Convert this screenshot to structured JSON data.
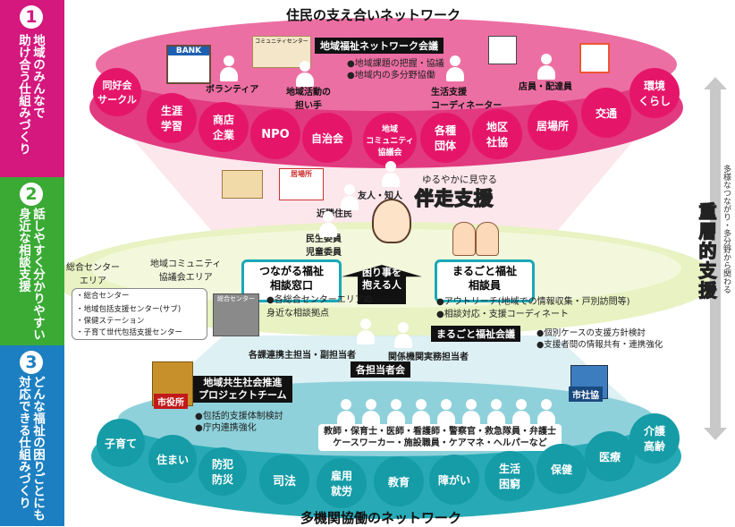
{
  "steps": [
    {
      "num": "1",
      "text": "地域のみんなで\n助け合う仕組みづくり",
      "color": "#d4187e"
    },
    {
      "num": "2",
      "text": "話しやすく分かりやすい\n身近な相談支援",
      "color": "#3aaa35"
    },
    {
      "num": "3",
      "text": "どんな福祉の困りごとにも\n対応できる仕組みづくり",
      "color": "#1c7fc1"
    }
  ],
  "top_title": "住民の支え合いネットワーク",
  "bottom_title": "多機関協働のネットワーク",
  "top_meeting": {
    "title": "地域福祉ネットワーク会議",
    "items": [
      "●地域課題の把握・協議",
      "●地域内の多分野協働"
    ]
  },
  "top_labels": {
    "volunteer": "ボランティア",
    "katsudo": "地域活動の\n担い手",
    "seikatsu": "生活支援\nコーディネーター",
    "tenin": "店員・配達員"
  },
  "top_circles": [
    "同好会\nサークル",
    "生涯\n学習",
    "商店\n企業",
    "NPO",
    "自治会",
    "地域\nコミュニティ\n協議会",
    "各種\n団体",
    "地区\n社協",
    "居場所",
    "交通",
    "環境\nくらし"
  ],
  "icons": {
    "bank": "BANK",
    "community_center": "コミュニティセンター",
    "ibasho": "居場所"
  },
  "middle": {
    "yuruyaka": "ゆるやかに見守る",
    "bansou": "伴走支援",
    "tomodachi": "友人・知人",
    "kinrin": "近隣住民",
    "minsei": "民生委員\n児童委員",
    "tsunagaru": "つながる福祉\n相談窓口",
    "komarigoto": "困り事を\n抱える人",
    "marugoto": "まるごと福祉\n相談員",
    "sogo_area": "総合センター\nエリア",
    "community_area": "地域コミュニティ\n協議会エリア",
    "sogo_center_label": "総合センター",
    "sogo_list": [
      "・総合センター",
      "・地域包括支援センター(サブ)",
      "・保健ステーション",
      "・子育て世代包括支援センター"
    ],
    "kyoten": "●各総合センターエリアの\n身近な相談拠点",
    "outreach": [
      "●アウトリーチ(地域での情報収集・戸別訪問等)",
      "●相談対応・支援コーディネート"
    ],
    "marugoto_kaigi": "まるごと福祉会議",
    "kaigi_items": [
      "●個別ケースの支援方針検討",
      "●支援者間の情報共有・連携強化"
    ],
    "renkei": "各課連携主担当・副担当者",
    "kankei": "関係機関実務担当者",
    "kakutanto": "各担当者会"
  },
  "juso": "重層的支援",
  "right_note": "多様なつながり・多分野から関わる",
  "bottom": {
    "shiyakusho": "市役所",
    "shishakyo": "市社協",
    "pt_title": "地域共生社会推進\nプロジェクトチーム",
    "pt_items": [
      "●包括的支援体制検討",
      "●庁内連携強化"
    ],
    "professions": "教師・保育士・医師・看護師・警察官・救急隊員・弁護士\nケースワーカー・施設職員・ケアマネ・ヘルパーなど",
    "circles": [
      "子育て",
      "住まい",
      "防犯\n防災",
      "司法",
      "雇用\n就労",
      "教育",
      "障がい",
      "生活\n困窮",
      "保健",
      "医療",
      "介護\n高齢"
    ]
  }
}
